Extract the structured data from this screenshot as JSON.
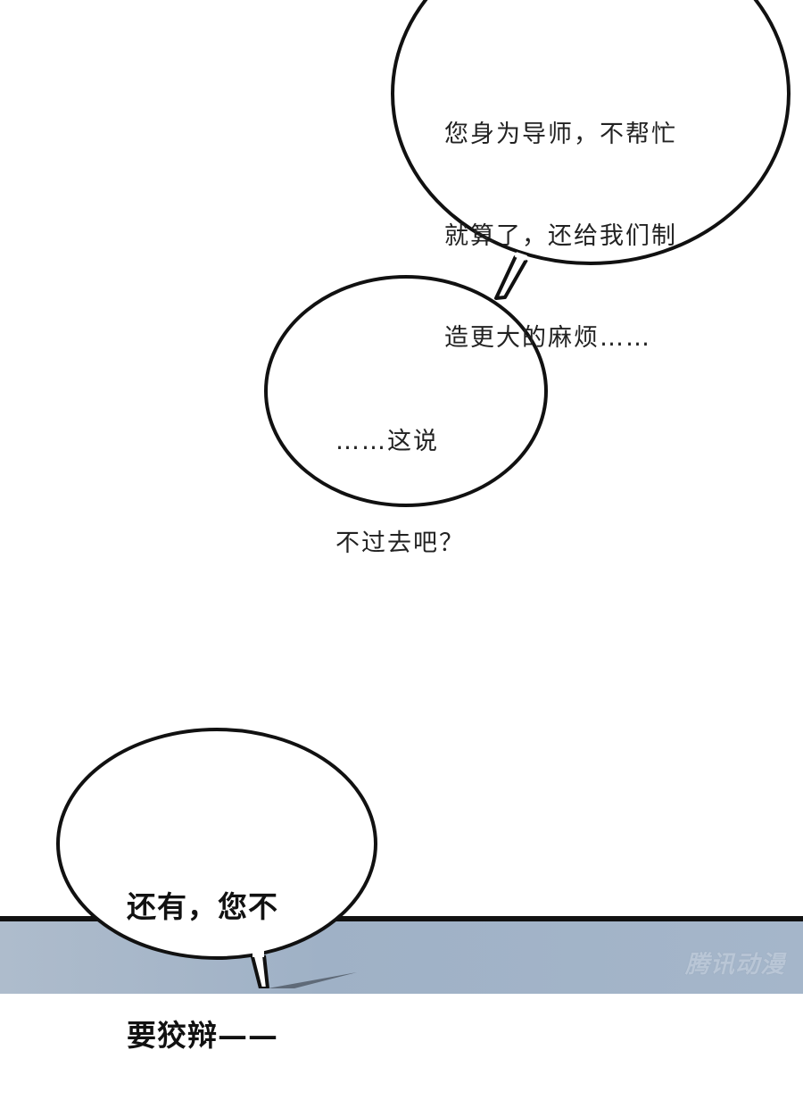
{
  "bubbles": [
    {
      "lines": [
        "您身为导师，不帮忙",
        "就算了，还给我们制",
        "造更大的麻烦……"
      ]
    },
    {
      "lines": [
        "……这说",
        "不过去吧？"
      ]
    },
    {
      "lines": [
        "还有，您不",
        "要狡辩——"
      ]
    }
  ],
  "watermark": "腾讯动漫",
  "colors": {
    "panel_bg": "#a3b4c8",
    "outline": "#111111"
  }
}
